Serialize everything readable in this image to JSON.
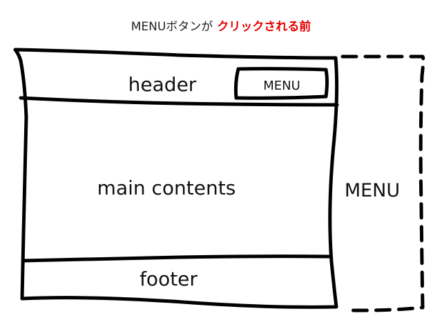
{
  "caption": {
    "prefix": "MENUボタンが",
    "emphasis": "クリックされる前",
    "emphasis_color": "#e60000"
  },
  "wireframe": {
    "header_label": "header",
    "menu_button_label": "MENU",
    "main_label": "main contents",
    "footer_label": "footer"
  },
  "offscreen_menu": {
    "label": "MENU"
  }
}
